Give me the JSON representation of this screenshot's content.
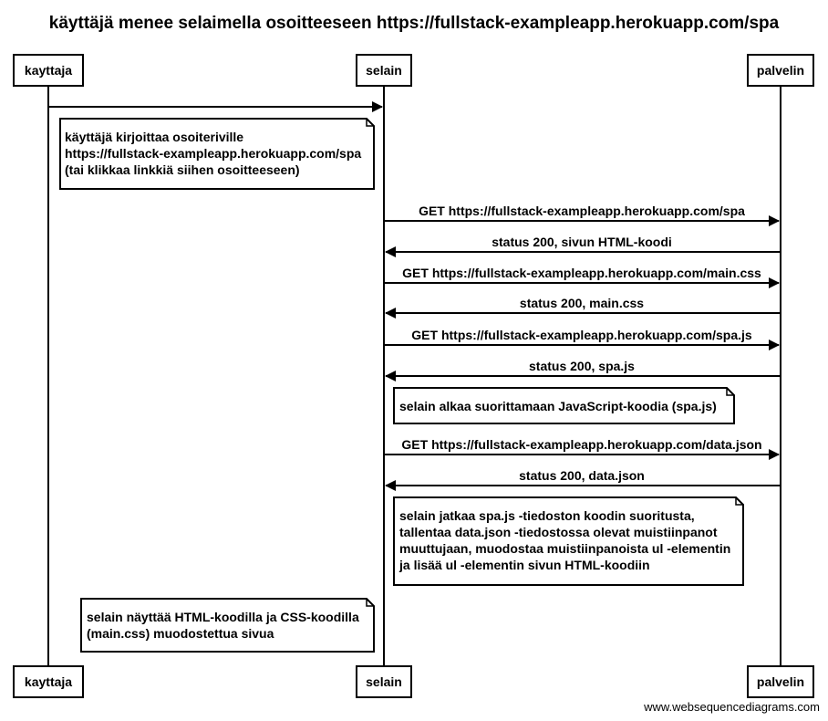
{
  "title": "käyttäjä menee selaimella osoitteeseen https://fullstack-exampleapp.herokuapp.com/spa",
  "participants": [
    {
      "id": "kayttaja",
      "label": "kayttaja"
    },
    {
      "id": "selain",
      "label": "selain"
    },
    {
      "id": "palvelin",
      "label": "palvelin"
    }
  ],
  "messages": [
    {
      "from": "kayttaja",
      "to": "selain",
      "label": ""
    },
    {
      "from": "selain",
      "to": "palvelin",
      "label": "GET https://fullstack-exampleapp.herokuapp.com/spa"
    },
    {
      "from": "palvelin",
      "to": "selain",
      "label": "status 200, sivun HTML-koodi"
    },
    {
      "from": "selain",
      "to": "palvelin",
      "label": "GET https://fullstack-exampleapp.herokuapp.com/main.css"
    },
    {
      "from": "palvelin",
      "to": "selain",
      "label": "status 200, main.css"
    },
    {
      "from": "selain",
      "to": "palvelin",
      "label": "GET https://fullstack-exampleapp.herokuapp.com/spa.js"
    },
    {
      "from": "palvelin",
      "to": "selain",
      "label": "status 200, spa.js"
    },
    {
      "from": "selain",
      "to": "palvelin",
      "label": "GET https://fullstack-exampleapp.herokuapp.com/data.json"
    },
    {
      "from": "palvelin",
      "to": "selain",
      "label": "status 200, data.json"
    }
  ],
  "notes": [
    {
      "lines": [
        "käyttäjä kirjoittaa osoiteriville",
        "https://fullstack-exampleapp.herokuapp.com/spa",
        "(tai klikkaa linkkiä siihen osoitteeseen)"
      ]
    },
    {
      "lines": [
        "selain alkaa suorittamaan JavaScript-koodia (spa.js)"
      ]
    },
    {
      "lines": [
        "selain jatkaa spa.js -tiedoston koodin suoritusta,",
        "tallentaa data.json -tiedostossa olevat muistiinpanot",
        "muuttujaan, muodostaa muistiinpanoista ul -elementin",
        "ja lisää ul -elementin sivun HTML-koodiin"
      ]
    },
    {
      "lines": [
        "selain näyttää HTML-koodilla ja CSS-koodilla",
        "(main.css) muodostettua sivua"
      ]
    }
  ],
  "watermark": "www.websequencediagrams.com"
}
